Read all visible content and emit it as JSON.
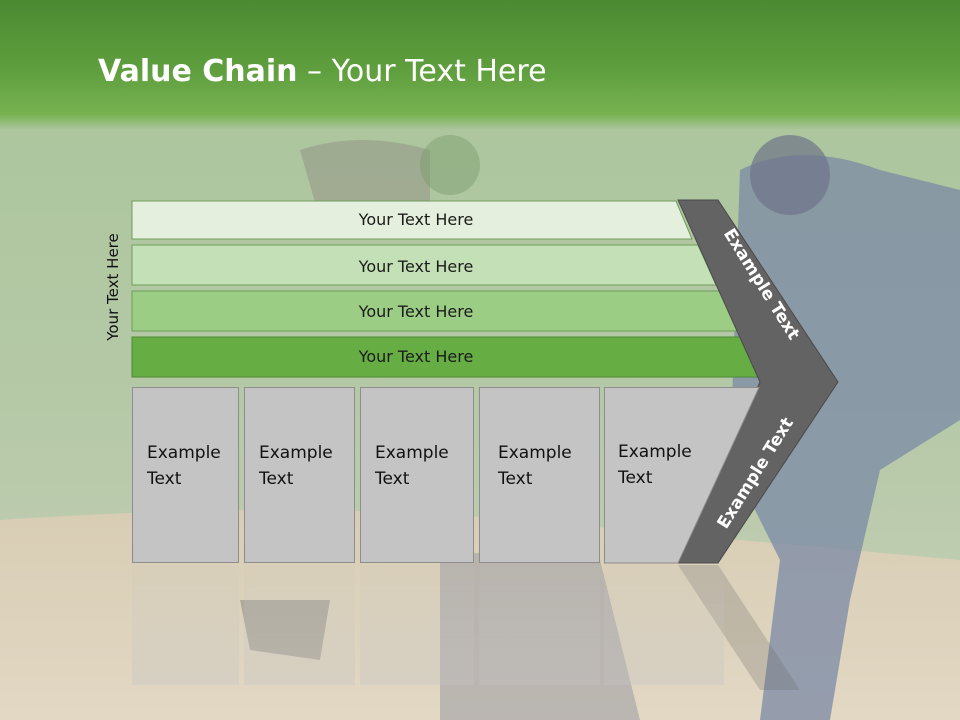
{
  "title": {
    "bold": "Value Chain",
    "rest": " – Your Text Here"
  },
  "side_label": "Your Text Here",
  "bars": [
    {
      "label": "Your Text Here",
      "color": "#e4f0dd"
    },
    {
      "label": "Your Text Here",
      "color": "#c4e0b6"
    },
    {
      "label": "Your Text Here",
      "color": "#9ccd84"
    },
    {
      "label": "Your Text Here",
      "color": "#66ad43"
    }
  ],
  "boxes": [
    {
      "line1": "Example",
      "line2": "Text"
    },
    {
      "line1": "Example",
      "line2": "Text"
    },
    {
      "line1": "Example",
      "line2": "Text"
    },
    {
      "line1": "Example",
      "line2": "Text"
    },
    {
      "line1": "Example",
      "line2": "Text"
    }
  ],
  "chevron": {
    "upper": "Example Text",
    "lower": "Example Text",
    "color": "#636363"
  },
  "colors": {
    "header": "#5f9f3e",
    "box": "#c4c4c4"
  }
}
